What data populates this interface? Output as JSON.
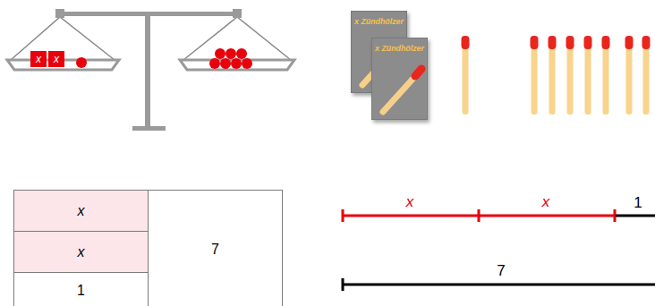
{
  "diagram": {
    "nodes": [
      {
        "text": [
          "x"
        ]
      },
      {
        "text": [
          "x"
        ]
      },
      {
        "text": [
          "x Zündhölzer"
        ]
      },
      {
        "text": [
          "x Zündhölzer"
        ]
      },
      {
        "text": [
          "x"
        ]
      },
      {
        "text": [
          "x"
        ]
      },
      {
        "text": [
          "1"
        ]
      },
      {
        "text": [
          "7"
        ]
      }
    ],
    "labels": [
      "x",
      "x",
      "1",
      "7"
    ]
  }
}
